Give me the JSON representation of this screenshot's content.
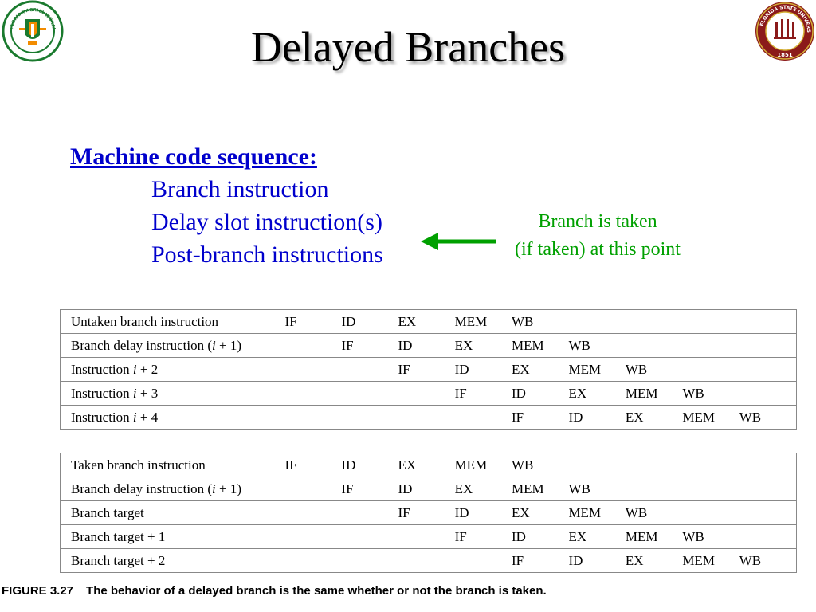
{
  "slide": {
    "title": "Delayed Branches",
    "heading": "Machine code sequence:",
    "lines": [
      "Branch instruction",
      "Delay slot instruction(s)",
      "Post-branch instructions"
    ],
    "note": [
      "Branch is taken",
      "(if taken) at this point"
    ],
    "colors": {
      "blue": "#0000cc",
      "green": "#00a000"
    }
  },
  "logos": {
    "left": {
      "icon": "famu-seal-icon",
      "text": "FLORIDA AGRICULTURAL MECHANICAL UNIVERSITY"
    },
    "right": {
      "icon": "fsu-seal-icon",
      "text": "FLORIDA STATE UNIVERSITY",
      "year": "1851"
    }
  },
  "tables": {
    "untaken": [
      [
        "Untaken branch instruction",
        "IF",
        "ID",
        "EX",
        "MEM",
        "WB",
        "",
        "",
        "",
        ""
      ],
      [
        "Branch delay instruction (i + 1)",
        "",
        "IF",
        "ID",
        "EX",
        "MEM",
        "WB",
        "",
        "",
        ""
      ],
      [
        "Instruction i + 2",
        "",
        "",
        "IF",
        "ID",
        "EX",
        "MEM",
        "WB",
        "",
        ""
      ],
      [
        "Instruction i + 3",
        "",
        "",
        "",
        "IF",
        "ID",
        "EX",
        "MEM",
        "WB",
        ""
      ],
      [
        "Instruction i + 4",
        "",
        "",
        "",
        "",
        "IF",
        "ID",
        "EX",
        "MEM",
        "WB"
      ]
    ],
    "taken": [
      [
        "Taken branch instruction",
        "IF",
        "ID",
        "EX",
        "MEM",
        "WB",
        "",
        "",
        "",
        ""
      ],
      [
        "Branch delay instruction (i + 1)",
        "",
        "IF",
        "ID",
        "EX",
        "MEM",
        "WB",
        "",
        "",
        ""
      ],
      [
        "Branch target",
        "",
        "",
        "IF",
        "ID",
        "EX",
        "MEM",
        "WB",
        "",
        ""
      ],
      [
        "Branch target + 1",
        "",
        "",
        "",
        "IF",
        "ID",
        "EX",
        "MEM",
        "WB",
        ""
      ],
      [
        "Branch target + 2",
        "",
        "",
        "",
        "",
        "IF",
        "ID",
        "EX",
        "MEM",
        "WB"
      ]
    ]
  },
  "caption": {
    "number": "FIGURE 3.27",
    "text": "The behavior of a delayed branch is the same whether or not the branch is taken."
  }
}
